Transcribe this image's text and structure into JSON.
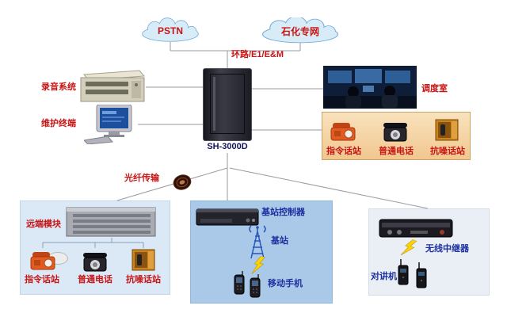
{
  "colors": {
    "label_red": "#c81414",
    "label_blue": "#1b2f9e",
    "cloud_fill": "#d8ecf8",
    "cloud_stroke": "#6aa8d8",
    "box_remote": "#dbe8f5",
    "box_base": "#aac9e9",
    "box_wireless": "#eaeff6",
    "box_phones": "#f5d4a0"
  },
  "clouds": {
    "pstn": "PSTN",
    "private_network": "石化专网"
  },
  "trunk_label": "环路/E1/E&M",
  "cabinet": {
    "model": "SH-3000D"
  },
  "left_devices": {
    "recording_system": "录音系统",
    "maintenance_terminal": "维护终端"
  },
  "dispatch_room": "调度室",
  "station_phones": {
    "command_station": "指令话站",
    "regular_phone": "普通电话",
    "noise_station": "抗噪话站"
  },
  "fiber_label": "光纤传输",
  "remote_group": {
    "remote_module": "远端模块",
    "command_station": "指令话站",
    "regular_phone": "普通电话",
    "noise_station": "抗噪话站"
  },
  "base_group": {
    "controller": "基站控制器",
    "base_station": "基站",
    "mobile_phone": "移动手机"
  },
  "wireless_group": {
    "repeater": "无线中继器",
    "walkie_talkie": "对讲机"
  }
}
